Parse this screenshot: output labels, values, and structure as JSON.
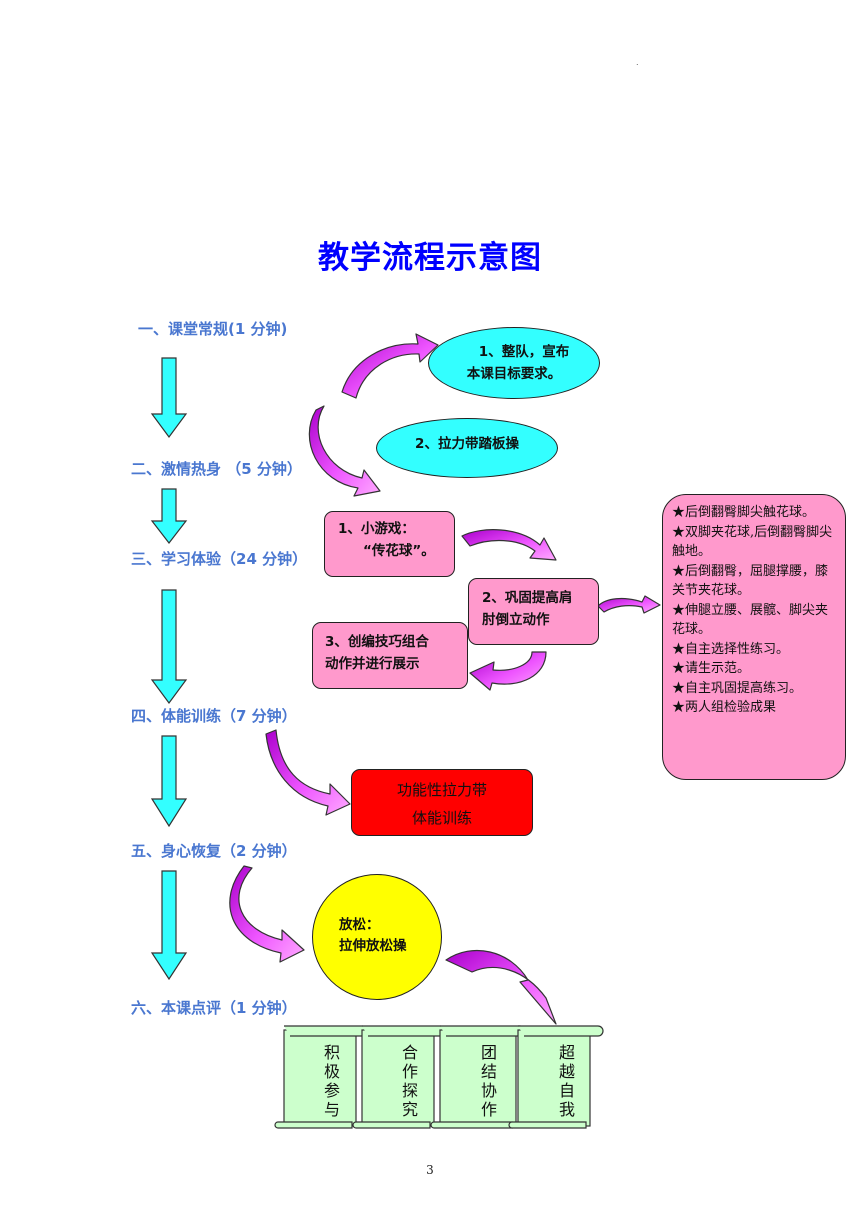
{
  "title": "教学流程示意图",
  "steps": [
    "一、课堂常规(1 分钟)",
    "二、激情热身 （5 分钟）",
    "三、学习体验（24 分钟）",
    "四、体能训练（7 分钟）",
    "五、身心恢复（2 分钟）",
    "六、本课点评（1 分钟）"
  ],
  "nodes": {
    "warmup1": {
      "line1": "1、整队，宣布",
      "line2": "本课目标要求。"
    },
    "warmup2": {
      "text": "2、拉力带踏板操"
    },
    "learn1": {
      "line1": "1、小游戏：",
      "line2": "“传花球”。"
    },
    "learn2": {
      "line1": "2、巩固提高肩",
      "line2": "肘倒立动作"
    },
    "learn3": {
      "line1": "3、创编技巧组合",
      "line2": "动作并进行展示"
    },
    "fitness": {
      "line1": "功能性拉力带",
      "line2": "体能训练"
    },
    "relax": {
      "line1": "放松：",
      "line2": "拉伸放松操"
    }
  },
  "detail_list": [
    "★后倒翻臀脚尖触花球。",
    "★双脚夹花球,后倒翻臀脚尖触地。",
    "★后倒翻臀，屈腿撑腰，膝关节夹花球。",
    "★伸腿立腰、展髋、脚尖夹花球。",
    "★自主选择性练习。",
    "★请生示范。",
    "★自主巩固提高练习。",
    "★两人组检验成果"
  ],
  "scrolls": [
    "积极参与",
    "合作探究",
    "团结协作",
    "超越自我"
  ],
  "page_number": "3",
  "colors": {
    "title": "#0000ff",
    "steps": "#4a77d0",
    "down_arrow": "#33ffff",
    "curved_arrow": "#dd33ee",
    "cyan_ellipse": "#33ffff",
    "pink_box": "#ff99cc",
    "red_box": "#ff0000",
    "yellow_circle": "#ffff00",
    "scroll": "#ccffcc"
  }
}
